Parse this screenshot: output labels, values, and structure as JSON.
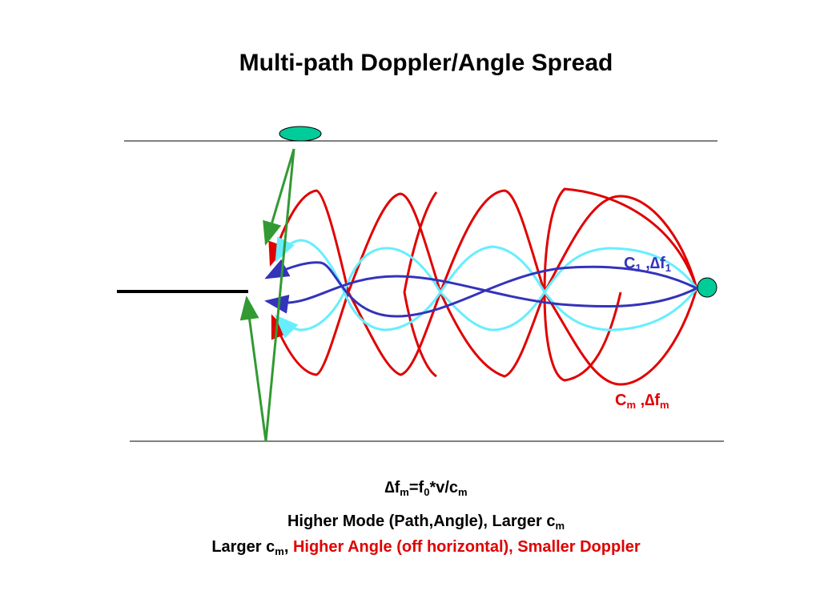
{
  "title": "Multi-path Doppler/Angle Spread",
  "labels": {
    "c1": {
      "main": "C",
      "sub1": "1",
      "mid": " ,∆f",
      "sub2": "1"
    },
    "cm": {
      "main": "C",
      "sub1": "m",
      "mid": " ,∆f",
      "sub2": "m"
    }
  },
  "captions": {
    "line1": {
      "a": "∆f",
      "a_sub": "m",
      "b": "=f",
      "b_sub": "0",
      "c": "*v/c",
      "c_sub": "m"
    },
    "line2": {
      "text": "Higher Mode (Path,Angle), Larger c",
      "sub": "m"
    },
    "line3": {
      "a": "Larger c",
      "a_sub": "m",
      "b": ", ",
      "red": "Higher Angle (off horizontal), Smaller Doppler"
    }
  },
  "colors": {
    "mode_m": "#e00000",
    "mode_mid": "#66eeff",
    "mode_1": "#3333bb",
    "surface": "#00cc99",
    "reflection": "#339933"
  }
}
